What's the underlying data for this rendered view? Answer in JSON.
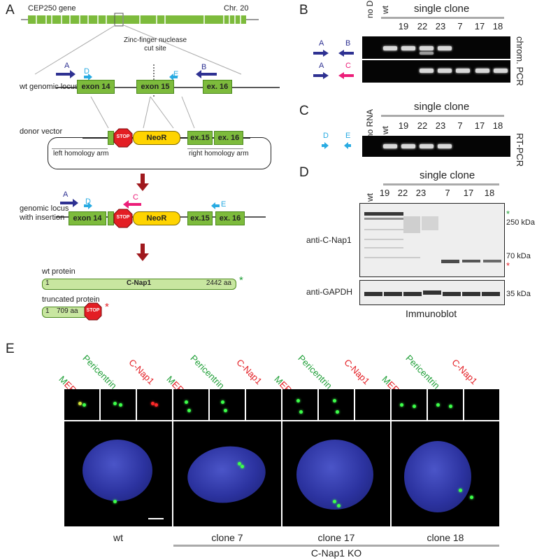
{
  "panels": {
    "a": "A",
    "b": "B",
    "c": "C",
    "d": "D",
    "e": "E"
  },
  "panelA": {
    "gene_label": "CEP250 gene",
    "chr_label": "Chr. 20",
    "znf_label_1": "Zinc-finger nuclease",
    "znf_label_2": "cut site",
    "wt_locus": "wt genomic locus",
    "exon14": "exon 14",
    "exon15": "exon 15",
    "ex16": "ex. 16",
    "ex15": "ex.15",
    "donor": "donor vector",
    "stop": "STOP",
    "neor": "NeoR",
    "left_arm": "left homology arm",
    "right_arm": "right homology arm",
    "insert_locus_1": "genomic locus",
    "insert_locus_2": "with insertion",
    "primer_a": "A",
    "primer_b": "B",
    "primer_c": "C",
    "primer_d": "D",
    "primer_e": "E",
    "wt_protein": "wt protein",
    "cnap1": "C-Nap1",
    "wt_start": "1",
    "wt_end": "2442 aa",
    "trunc_protein": "truncated protein",
    "trunc_start": "1",
    "trunc_end": "709 aa",
    "star": "*"
  },
  "panelB": {
    "single_clone": "single clone",
    "lanes": [
      "no DNA",
      "wt",
      "19",
      "22",
      "23",
      "7",
      "17",
      "18"
    ],
    "side1": "chrom. PCR",
    "primer_a": "A",
    "primer_b": "B",
    "primer_c": "C"
  },
  "panelC": {
    "single_clone": "single clone",
    "lanes": [
      "no RNA",
      "wt",
      "19",
      "22",
      "23",
      "7",
      "17",
      "18"
    ],
    "side": "RT-PCR",
    "primer_d": "D",
    "primer_e": "E"
  },
  "panelD": {
    "single_clone": "single clone",
    "lanes": [
      "wt",
      "19",
      "22",
      "23",
      "7",
      "17",
      "18"
    ],
    "anti_cnap1": "anti-C-Nap1",
    "anti_gapdh": "anti-GAPDH",
    "kda250": "250 kDa",
    "kda70": "70 kDa",
    "kda35": "35 kDa",
    "immunoblot": "Immunoblot",
    "star": "*"
  },
  "panelE": {
    "merge_left": "M",
    "merge_mid": "ER",
    "merge_right": "GE",
    "pericentrin": "Pericentrin",
    "cnap1": "C-Nap1",
    "samples": [
      "wt",
      "clone 7",
      "clone 17",
      "clone 18"
    ],
    "ko_label": "C-Nap1 KO"
  },
  "colors": {
    "exon_green": "#7dbb3c",
    "primer_blue": "#2e3192",
    "primer_cyan": "#29abe2",
    "primer_pink": "#ec1e79",
    "stop_red": "#e31e24",
    "neor_yellow": "#ffd400",
    "arrow_dark_red": "#a0191e",
    "merge_green": "#1e9e36",
    "cnap1_red": "#e31e24"
  }
}
